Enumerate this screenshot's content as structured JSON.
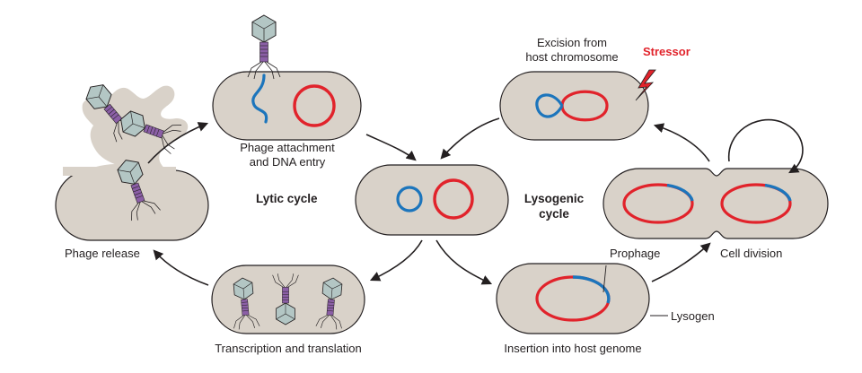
{
  "labels": {
    "phage_attachment_line1": "Phage attachment",
    "phage_attachment_line2": "and DNA entry",
    "phage_release": "Phage release",
    "lytic_cycle": "Lytic cycle",
    "lysogenic_line1": "Lysogenic",
    "lysogenic_line2": "cycle",
    "transcription_translation": "Transcription and translation",
    "insertion": "Insertion into host genome",
    "lysogen": "Lysogen",
    "prophage": "Prophage",
    "cell_division": "Cell division",
    "excision_line1": "Excision from",
    "excision_line2": "host chromosome",
    "stressor": "Stressor"
  },
  "colors": {
    "cell_fill": "#d9d2c9",
    "cell_stroke": "#231f20",
    "host_dna": "#e1232b",
    "phage_dna": "#1c75bc",
    "phage_head": "#b3c6c4",
    "phage_tail": "#8b5fa6",
    "stressor": "#e1232b"
  },
  "icons": [
    "phage-icon",
    "lightning-bolt-icon",
    "arrow-icon"
  ]
}
